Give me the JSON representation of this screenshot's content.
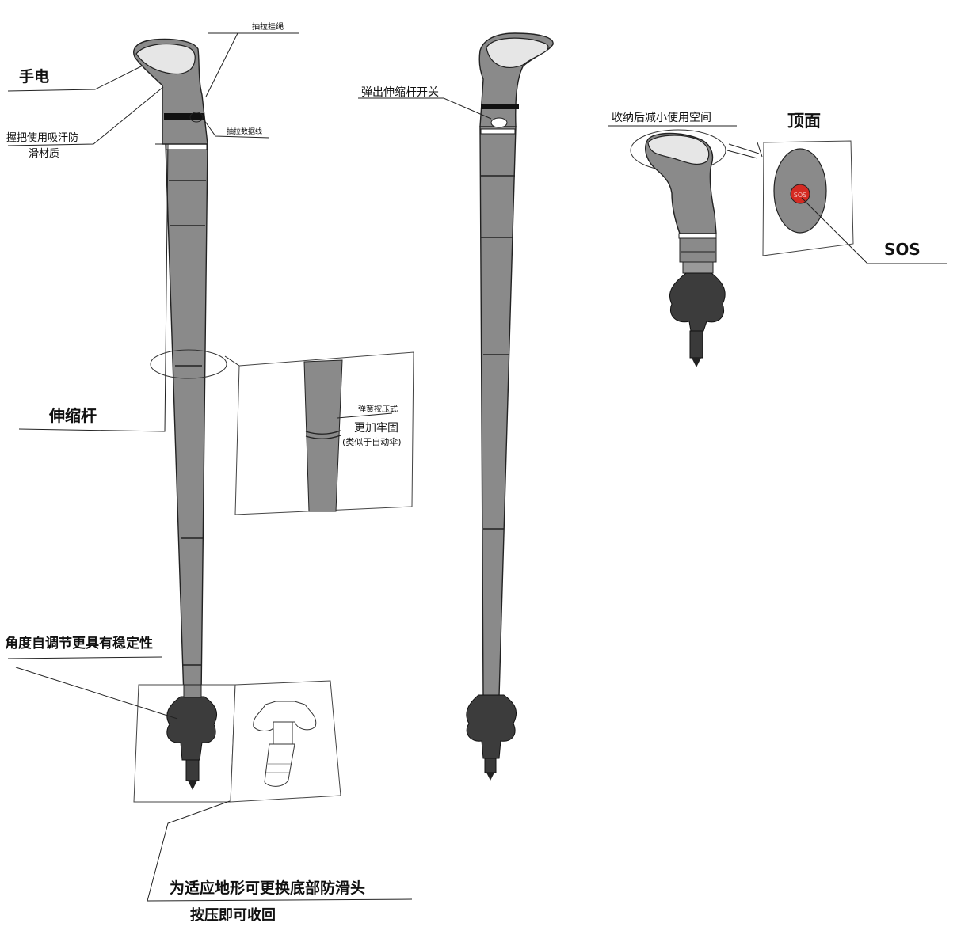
{
  "colors": {
    "pole": "#8a8a8a",
    "pole_dark": "#5a5a5a",
    "grip_light": "#e6e6e6",
    "foot": "#3c3c3c",
    "sos_red": "#d42a22",
    "outline": "#222222",
    "band": "#ffffff"
  },
  "labels": {
    "flashlight": "手电",
    "lanyard": "抽拉挂绳",
    "grip_material_1": "握把使用吸汗防",
    "grip_material_2": "滑材质",
    "data_cable": "抽拉数据线",
    "telescopic_rod": "伸缩杆",
    "spring_press": "弹簧按压式",
    "more_secure": "更加牢固",
    "like_umbrella": "(类似于自动伞)",
    "angle_adjust": "角度自调节更具有稳定性",
    "replace_tip_1": "为适应地形可更换底部防滑头",
    "replace_tip_2": "按压即可收回",
    "eject_switch": "弹出伸缩杆开关",
    "stored_space": "收纳后减小使用空间",
    "top_view": "顶面",
    "sos_button": "SOS",
    "sos_label": "SOS"
  },
  "icons": {
    "pole_full": "trekking-pole-icon",
    "pole_side": "trekking-pole-side-icon",
    "pole_stored": "collapsed-pole-icon",
    "foot_outline": "foot-outline-icon",
    "top_face": "top-face-icon"
  }
}
